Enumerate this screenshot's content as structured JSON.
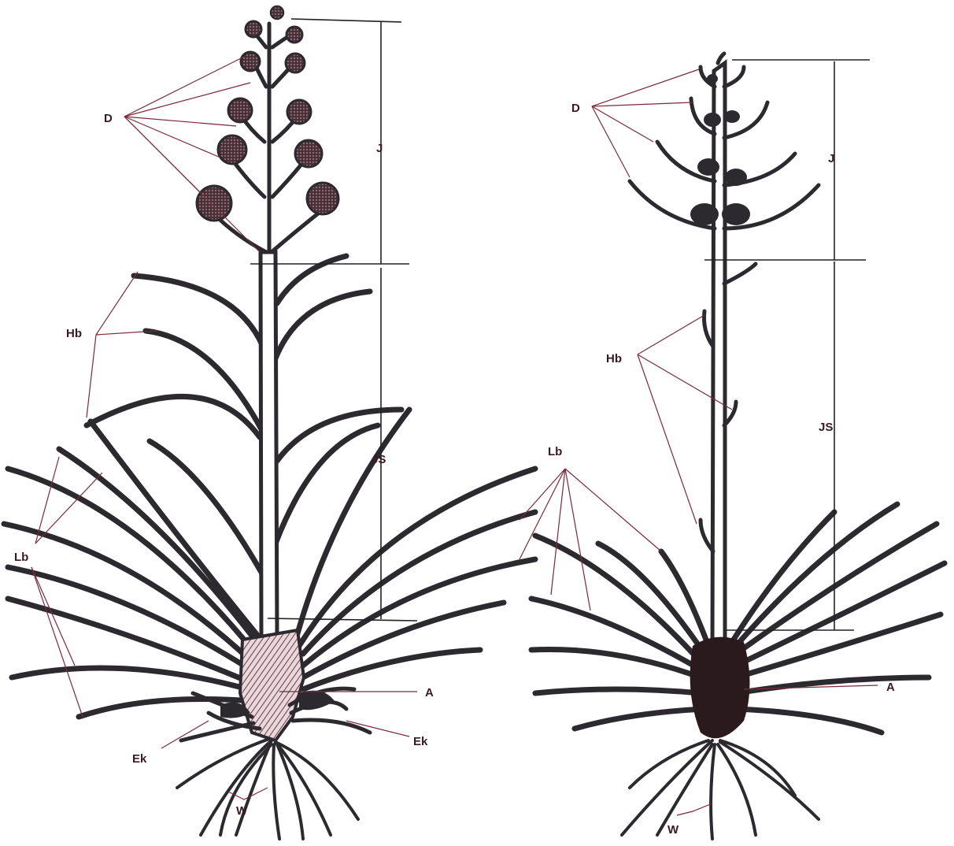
{
  "figure": {
    "left_plant": {
      "labels": {
        "inflorescence_bracts": "D",
        "inflorescence": "J",
        "inflorescence_stalk": "JS",
        "stalk_bracts": "Hb",
        "rosette_leaves": "Lb",
        "axis": "A",
        "offshoot_right": "Ek",
        "offshoot_left": "Ek",
        "roots": "W"
      }
    },
    "right_plant": {
      "labels": {
        "inflorescence_bracts": "D",
        "inflorescence": "J",
        "inflorescence_stalk": "JS",
        "stalk_bracts": "Hb",
        "rosette_leaves": "Lb",
        "axis": "A",
        "roots": "W"
      }
    },
    "colors": {
      "ink": "#2c2a2e",
      "leader": "#7a2a3a",
      "head_fill": "#5a3a40"
    }
  }
}
